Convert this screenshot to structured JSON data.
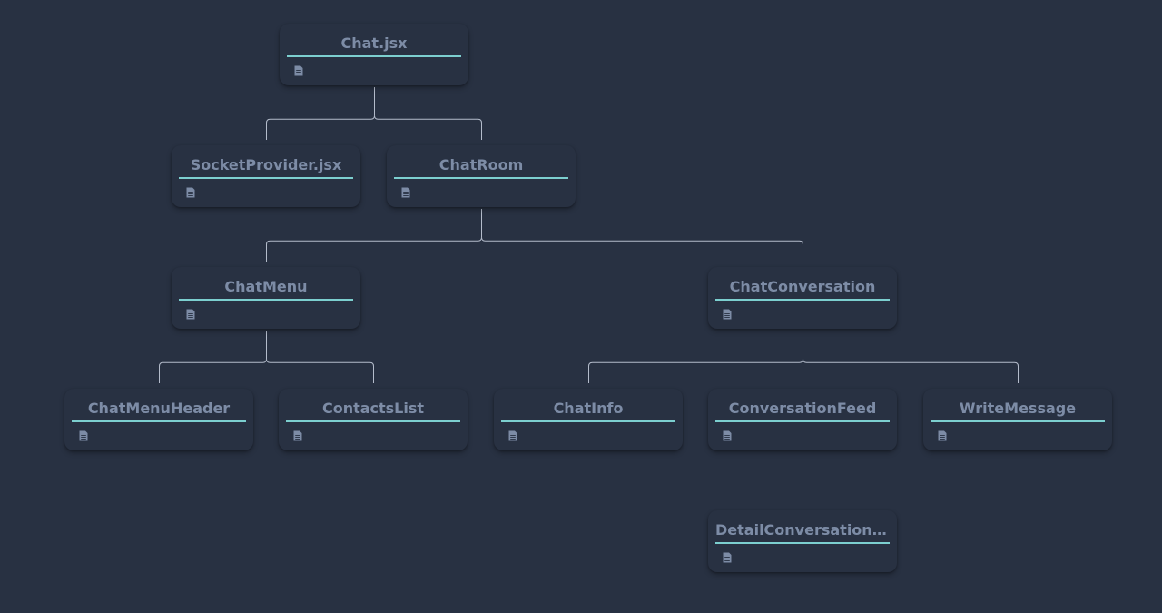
{
  "nodes": [
    {
      "id": "chat-jsx",
      "name": "Chat.jsx",
      "icon": "document-icon"
    },
    {
      "id": "socket-provider",
      "name": "SocketProvider.jsx",
      "icon": "document-icon"
    },
    {
      "id": "chat-room",
      "name": "ChatRoom",
      "icon": "document-icon"
    },
    {
      "id": "chat-menu",
      "name": "ChatMenu",
      "icon": "document-icon"
    },
    {
      "id": "chat-conversation",
      "name": "ChatConversation",
      "icon": "document-icon"
    },
    {
      "id": "chat-menu-header",
      "name": "ChatMenuHeader",
      "icon": "document-icon"
    },
    {
      "id": "contacts-list",
      "name": "ContactsList",
      "icon": "document-icon"
    },
    {
      "id": "chat-info",
      "name": "ChatInfo",
      "icon": "document-icon"
    },
    {
      "id": "conversation-feed",
      "name": "ConversationFeed",
      "icon": "document-icon"
    },
    {
      "id": "write-message",
      "name": "WriteMessage",
      "icon": "document-icon"
    },
    {
      "id": "detail-conversation-feed",
      "name": "DetailConversationF...",
      "icon": "document-icon"
    }
  ],
  "edges": [
    {
      "from": "chat-jsx",
      "to": "socket-provider"
    },
    {
      "from": "chat-jsx",
      "to": "chat-room"
    },
    {
      "from": "chat-room",
      "to": "chat-menu"
    },
    {
      "from": "chat-room",
      "to": "chat-conversation"
    },
    {
      "from": "chat-menu",
      "to": "chat-menu-header"
    },
    {
      "from": "chat-menu",
      "to": "contacts-list"
    },
    {
      "from": "chat-conversation",
      "to": "chat-info"
    },
    {
      "from": "chat-conversation",
      "to": "conversation-feed"
    },
    {
      "from": "chat-conversation",
      "to": "write-message"
    },
    {
      "from": "conversation-feed",
      "to": "detail-conversation-feed"
    }
  ],
  "colors": {
    "background": "#283142",
    "node_text": "#7d8ca6",
    "underline": "#7ccfcf",
    "connector": "#b4bccb",
    "icon": "#7d8ca6"
  }
}
